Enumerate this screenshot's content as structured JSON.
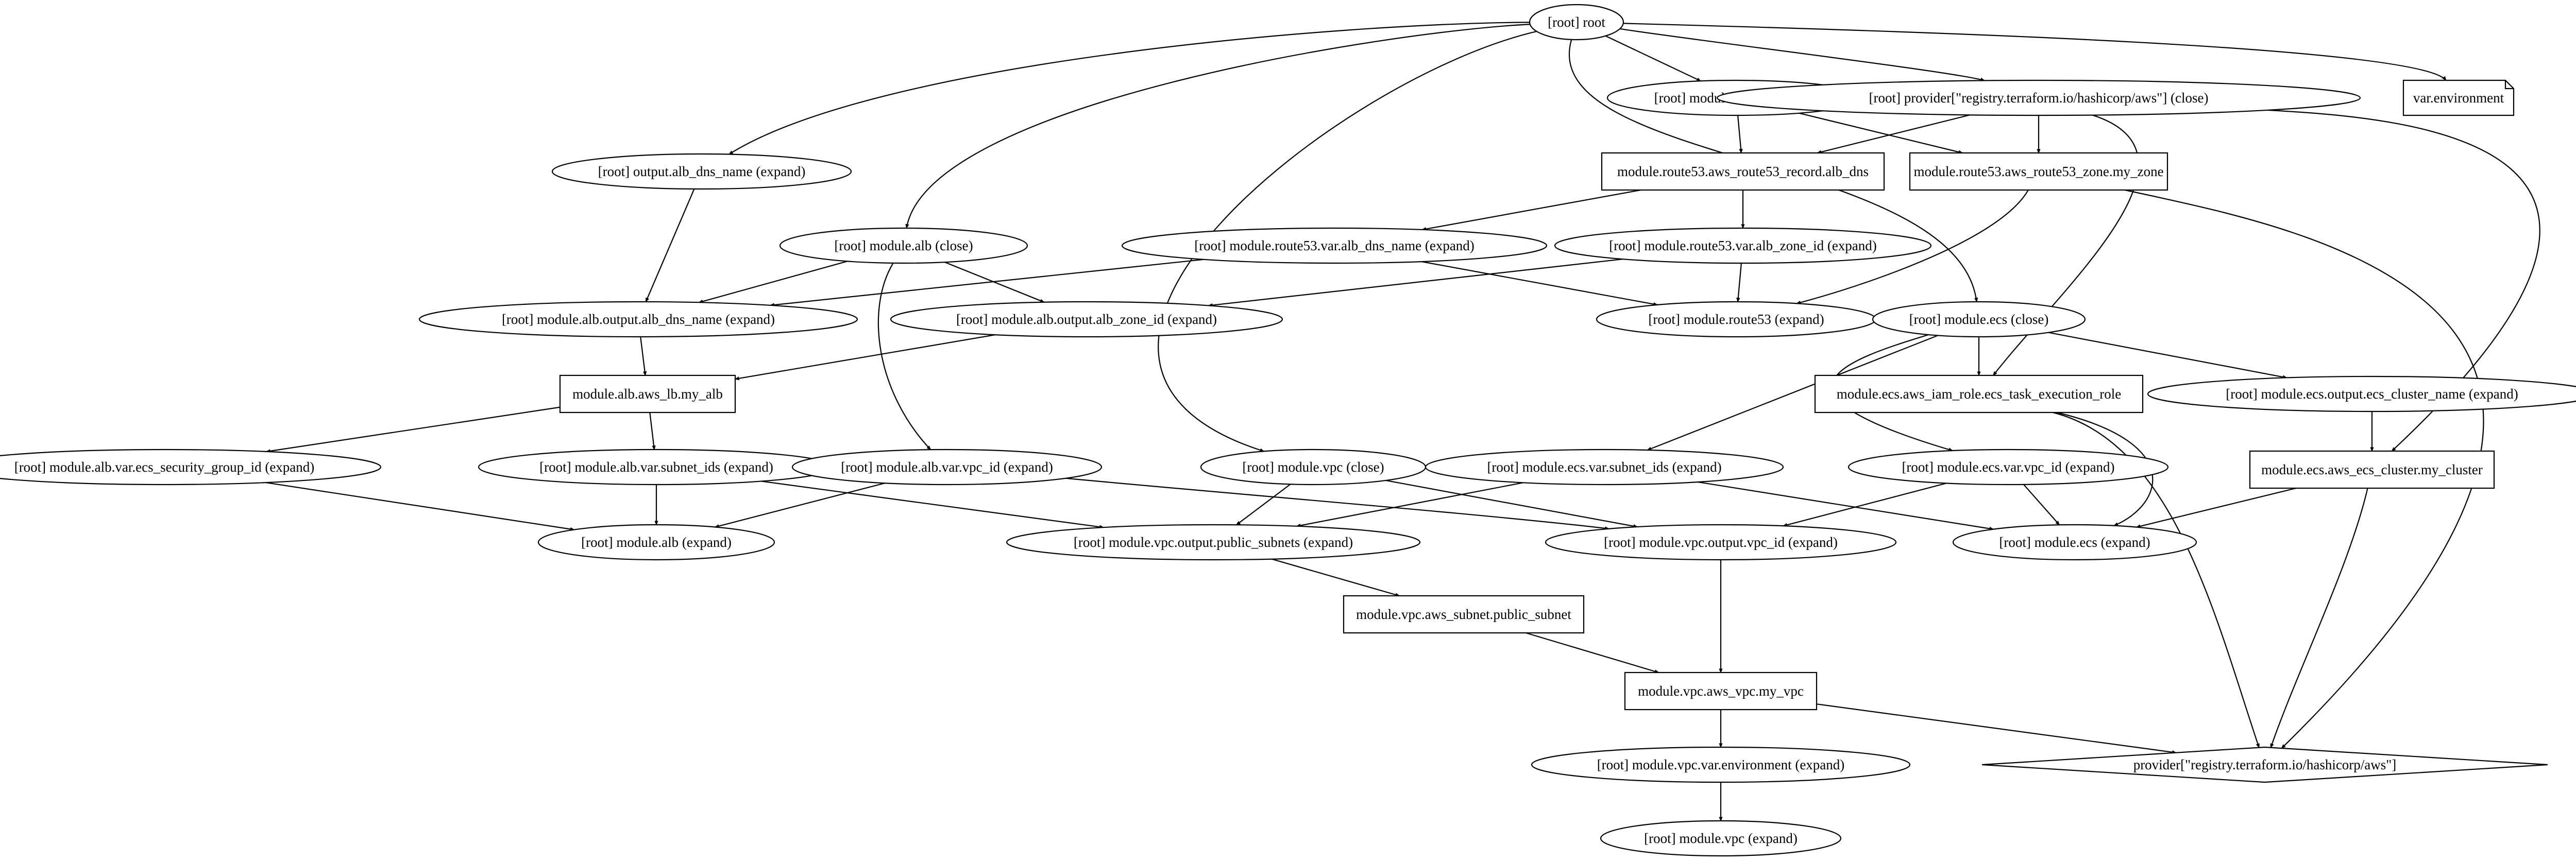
{
  "diagram": {
    "nodes": [
      {
        "id": "root",
        "label": "[root] root",
        "shape": "ellipse"
      },
      {
        "id": "mod_route53_close",
        "label": "[root] module.route53 (close)",
        "shape": "ellipse"
      },
      {
        "id": "provider_close",
        "label": "[root] provider[\"registry.terraform.io/hashicorp/aws\"] (close)",
        "shape": "ellipse"
      },
      {
        "id": "var_environment",
        "label": "var.environment",
        "shape": "note"
      },
      {
        "id": "output_alb_dns_name",
        "label": "[root] output.alb_dns_name (expand)",
        "shape": "ellipse"
      },
      {
        "id": "route53_record",
        "label": "module.route53.aws_route53_record.alb_dns",
        "shape": "box"
      },
      {
        "id": "route53_zone",
        "label": "module.route53.aws_route53_zone.my_zone",
        "shape": "box"
      },
      {
        "id": "mod_alb_close",
        "label": "[root] module.alb (close)",
        "shape": "ellipse"
      },
      {
        "id": "route53_var_alb_dns",
        "label": "[root] module.route53.var.alb_dns_name (expand)",
        "shape": "ellipse"
      },
      {
        "id": "route53_var_alb_zone",
        "label": "[root] module.route53.var.alb_zone_id (expand)",
        "shape": "ellipse"
      },
      {
        "id": "alb_out_dns",
        "label": "[root] module.alb.output.alb_dns_name (expand)",
        "shape": "ellipse"
      },
      {
        "id": "alb_out_zone",
        "label": "[root] module.alb.output.alb_zone_id (expand)",
        "shape": "ellipse"
      },
      {
        "id": "route53_expand",
        "label": "[root] module.route53 (expand)",
        "shape": "ellipse"
      },
      {
        "id": "mod_ecs_close",
        "label": "[root] module.ecs (close)",
        "shape": "ellipse"
      },
      {
        "id": "alb_lb",
        "label": "module.alb.aws_lb.my_alb",
        "shape": "box"
      },
      {
        "id": "ecs_iam_role",
        "label": "module.ecs.aws_iam_role.ecs_task_execution_role",
        "shape": "box"
      },
      {
        "id": "ecs_out_cluster_name",
        "label": "[root] module.ecs.output.ecs_cluster_name (expand)",
        "shape": "ellipse"
      },
      {
        "id": "alb_var_sg",
        "label": "[root] module.alb.var.ecs_security_group_id (expand)",
        "shape": "ellipse"
      },
      {
        "id": "alb_var_subnets",
        "label": "[root] module.alb.var.subnet_ids (expand)",
        "shape": "ellipse"
      },
      {
        "id": "alb_var_vpc",
        "label": "[root] module.alb.var.vpc_id (expand)",
        "shape": "ellipse"
      },
      {
        "id": "mod_vpc_close",
        "label": "[root] module.vpc (close)",
        "shape": "ellipse"
      },
      {
        "id": "ecs_var_subnets",
        "label": "[root] module.ecs.var.subnet_ids (expand)",
        "shape": "ellipse"
      },
      {
        "id": "ecs_var_vpc",
        "label": "[root] module.ecs.var.vpc_id (expand)",
        "shape": "ellipse"
      },
      {
        "id": "ecs_cluster",
        "label": "module.ecs.aws_ecs_cluster.my_cluster",
        "shape": "box"
      },
      {
        "id": "alb_expand",
        "label": "[root] module.alb (expand)",
        "shape": "ellipse"
      },
      {
        "id": "vpc_out_subnets",
        "label": "[root] module.vpc.output.public_subnets (expand)",
        "shape": "ellipse"
      },
      {
        "id": "vpc_out_vpc_id",
        "label": "[root] module.vpc.output.vpc_id (expand)",
        "shape": "ellipse"
      },
      {
        "id": "ecs_expand",
        "label": "[root] module.ecs (expand)",
        "shape": "ellipse"
      },
      {
        "id": "vpc_subnet",
        "label": "module.vpc.aws_subnet.public_subnet",
        "shape": "box"
      },
      {
        "id": "vpc_vpc",
        "label": "module.vpc.aws_vpc.my_vpc",
        "shape": "box"
      },
      {
        "id": "vpc_var_env",
        "label": "[root] module.vpc.var.environment (expand)",
        "shape": "ellipse"
      },
      {
        "id": "provider",
        "label": "provider[\"registry.terraform.io/hashicorp/aws\"]",
        "shape": "diamond"
      },
      {
        "id": "vpc_expand",
        "label": "[root] module.vpc (expand)",
        "shape": "ellipse"
      }
    ],
    "edges": [
      {
        "from": "root",
        "to": "output_alb_dns_name"
      },
      {
        "from": "root",
        "to": "mod_alb_close"
      },
      {
        "from": "root",
        "to": "mod_vpc_close"
      },
      {
        "from": "root",
        "to": "mod_ecs_close"
      },
      {
        "from": "root",
        "to": "mod_route53_close"
      },
      {
        "from": "root",
        "to": "provider_close"
      },
      {
        "from": "root",
        "to": "var_environment"
      },
      {
        "from": "mod_route53_close",
        "to": "route53_record"
      },
      {
        "from": "mod_route53_close",
        "to": "route53_zone"
      },
      {
        "from": "provider_close",
        "to": "route53_record"
      },
      {
        "from": "provider_close",
        "to": "route53_zone"
      },
      {
        "from": "provider_close",
        "to": "ecs_iam_role"
      },
      {
        "from": "provider_close",
        "to": "ecs_cluster"
      },
      {
        "from": "output_alb_dns_name",
        "to": "alb_out_dns"
      },
      {
        "from": "route53_record",
        "to": "route53_var_alb_dns"
      },
      {
        "from": "route53_record",
        "to": "route53_var_alb_zone"
      },
      {
        "from": "route53_zone",
        "to": "route53_expand"
      },
      {
        "from": "route53_zone",
        "to": "provider"
      },
      {
        "from": "mod_alb_close",
        "to": "alb_out_dns"
      },
      {
        "from": "mod_alb_close",
        "to": "alb_out_zone"
      },
      {
        "from": "mod_alb_close",
        "to": "alb_var_vpc"
      },
      {
        "from": "route53_var_alb_dns",
        "to": "alb_out_dns"
      },
      {
        "from": "route53_var_alb_dns",
        "to": "route53_expand"
      },
      {
        "from": "route53_var_alb_zone",
        "to": "alb_out_zone"
      },
      {
        "from": "route53_var_alb_zone",
        "to": "route53_expand"
      },
      {
        "from": "alb_out_dns",
        "to": "alb_lb"
      },
      {
        "from": "alb_out_zone",
        "to": "alb_lb"
      },
      {
        "from": "mod_ecs_close",
        "to": "ecs_iam_role"
      },
      {
        "from": "mod_ecs_close",
        "to": "ecs_out_cluster_name"
      },
      {
        "from": "mod_ecs_close",
        "to": "ecs_var_subnets"
      },
      {
        "from": "mod_ecs_close",
        "to": "ecs_var_vpc"
      },
      {
        "from": "alb_lb",
        "to": "alb_var_sg"
      },
      {
        "from": "alb_lb",
        "to": "alb_var_subnets"
      },
      {
        "from": "ecs_iam_role",
        "to": "ecs_expand"
      },
      {
        "from": "ecs_iam_role",
        "to": "provider"
      },
      {
        "from": "ecs_out_cluster_name",
        "to": "ecs_cluster"
      },
      {
        "from": "alb_var_sg",
        "to": "alb_expand"
      },
      {
        "from": "alb_var_subnets",
        "to": "alb_expand"
      },
      {
        "from": "alb_var_subnets",
        "to": "vpc_out_subnets"
      },
      {
        "from": "alb_var_vpc",
        "to": "alb_expand"
      },
      {
        "from": "alb_var_vpc",
        "to": "vpc_out_vpc_id"
      },
      {
        "from": "mod_vpc_close",
        "to": "vpc_out_subnets"
      },
      {
        "from": "mod_vpc_close",
        "to": "vpc_out_vpc_id"
      },
      {
        "from": "ecs_var_subnets",
        "to": "vpc_out_subnets"
      },
      {
        "from": "ecs_var_subnets",
        "to": "ecs_expand"
      },
      {
        "from": "ecs_var_vpc",
        "to": "vpc_out_vpc_id"
      },
      {
        "from": "ecs_var_vpc",
        "to": "ecs_expand"
      },
      {
        "from": "ecs_cluster",
        "to": "ecs_expand"
      },
      {
        "from": "ecs_cluster",
        "to": "provider"
      },
      {
        "from": "vpc_out_subnets",
        "to": "vpc_subnet"
      },
      {
        "from": "vpc_out_vpc_id",
        "to": "vpc_vpc"
      },
      {
        "from": "vpc_subnet",
        "to": "vpc_vpc"
      },
      {
        "from": "vpc_vpc",
        "to": "vpc_var_env"
      },
      {
        "from": "vpc_vpc",
        "to": "provider"
      },
      {
        "from": "vpc_var_env",
        "to": "vpc_expand"
      }
    ]
  }
}
